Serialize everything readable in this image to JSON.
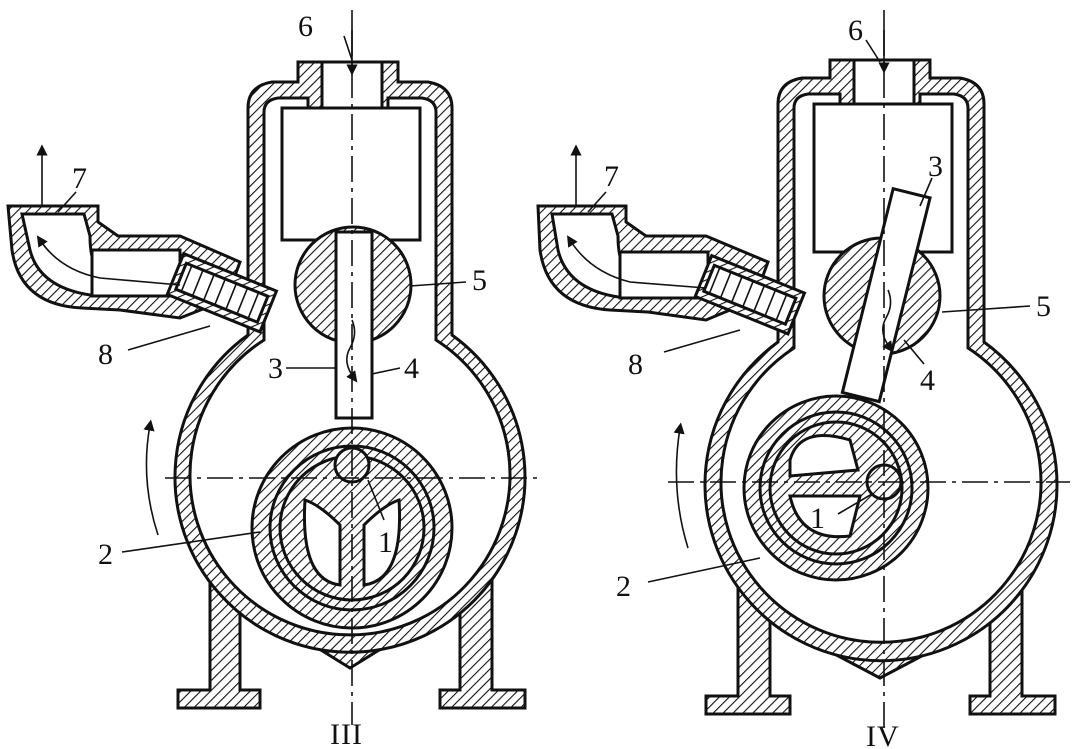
{
  "figures": [
    {
      "caption": "III",
      "labels": {
        "p1": "1",
        "p2": "2",
        "p3": "3",
        "p4": "4",
        "p5": "5",
        "p6": "6",
        "p7": "7",
        "p8": "8"
      }
    },
    {
      "caption": "IV",
      "labels": {
        "p1": "1",
        "p2": "2",
        "p3": "3",
        "p4": "4",
        "p5": "5",
        "p6": "6",
        "p7": "7",
        "p8": "8"
      }
    }
  ],
  "colors": {
    "ink": "#111111",
    "paper": "#ffffff"
  }
}
